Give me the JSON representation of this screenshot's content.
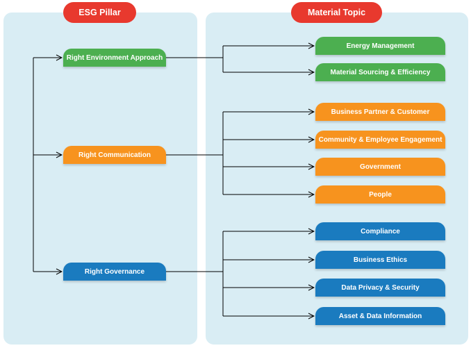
{
  "colors": {
    "header": "#e8392e",
    "green": "#4caf50",
    "orange": "#f7931e",
    "blue": "#1a7bbf",
    "panel": "#d9edf4",
    "line": "#000000"
  },
  "headers": {
    "esg_pillar": "ESG Pillar",
    "material_topic": "Material Topic"
  },
  "pillars": [
    {
      "label": "Right Environment Approach",
      "color": "#4caf50",
      "topics": [
        "Energy Management",
        "Material Sourcing & Efficiency"
      ]
    },
    {
      "label": "Right Communication",
      "color": "#f7931e",
      "topics": [
        "Business Partner & Customer",
        "Community & Employee Engagement",
        "Government",
        "People"
      ]
    },
    {
      "label": "Right Governance",
      "color": "#1a7bbf",
      "topics": [
        "Compliance",
        "Business Ethics",
        "Data Privacy & Security",
        "Asset & Data Information"
      ]
    }
  ]
}
